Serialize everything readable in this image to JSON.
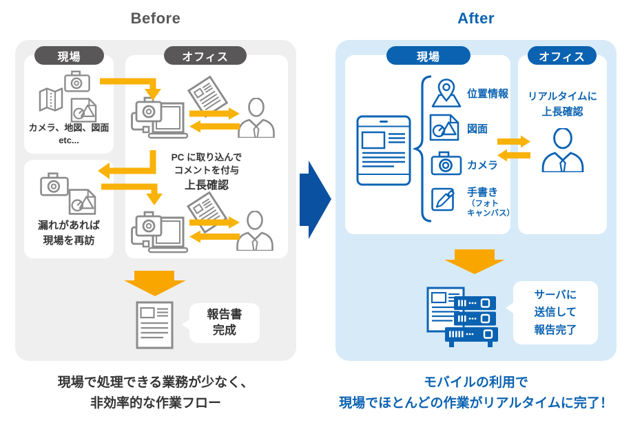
{
  "titles": {
    "before": "Before",
    "after": "After"
  },
  "before": {
    "field_badge": "現場",
    "office_badge": "オフィス",
    "materials_card": {
      "line1": "カメラ、地図、図面",
      "line2": "etc..."
    },
    "revisit_card": {
      "line1": "漏れがあれば",
      "line2": "現場を再訪"
    },
    "office_note": {
      "line1": "PC に取り込んで",
      "line2": "コメントを付与",
      "line3": "上長確認"
    },
    "report_bubble": {
      "line1": "報告書",
      "line2": "完成"
    },
    "summary": {
      "line1": "現場で処理できる業務が少なく、",
      "line2": "非効率的な作業フロー"
    }
  },
  "after": {
    "field_badge": "現場",
    "office_badge": "オフィス",
    "features": [
      {
        "icon": "map-pin-icon",
        "label": "位置情報"
      },
      {
        "icon": "drawing-icon",
        "label": "図面"
      },
      {
        "icon": "camera-icon",
        "label": "カメラ"
      },
      {
        "icon": "handwriting-icon",
        "label": "手書き",
        "sub1": "（フォト",
        "sub2": "キャンバス）"
      }
    ],
    "office_note": {
      "line1": "リアルタイムに",
      "line2": "上長確認"
    },
    "server_bubble": {
      "line1": "サーバに",
      "line2": "送信して",
      "line3": "報告完了"
    },
    "summary": {
      "line1": "モバイルの利用で",
      "line2": "現場でほとんどの作業がリアルタイムに完了！"
    }
  },
  "colors": {
    "primary_blue": "#0a62b1",
    "deep_blue": "#0a51a2",
    "panel_gray": "#efefef",
    "panel_blue": "#d7eaf8",
    "badge_gray": "#595757",
    "icon_gray": "#8b8b8b",
    "arrow_yellow": "#f9b208",
    "arrow_orange": "#f9a600",
    "text_dark": "#333333"
  }
}
